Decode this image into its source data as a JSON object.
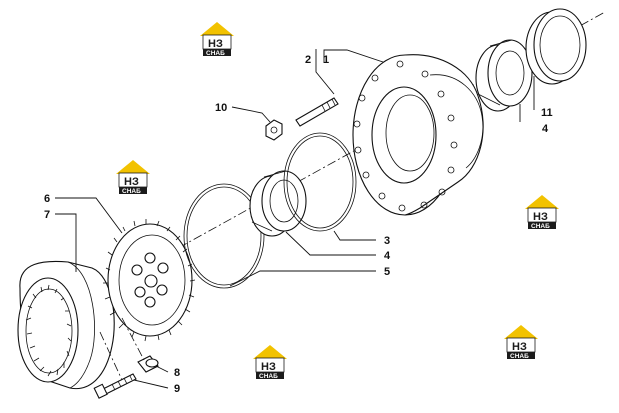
{
  "callouts": {
    "c1": "1",
    "c2": "2",
    "c3": "3",
    "c4a": "4",
    "c4b": "4",
    "c5": "5",
    "c6": "6",
    "c7": "7",
    "c8": "8",
    "c9": "9",
    "c10": "10",
    "c11": "11"
  },
  "watermark": {
    "brand_big": "НЗ",
    "brand_small": "СНАБ",
    "roof_color": "#f2c200",
    "text_color": "#1b1b1b"
  },
  "colors": {
    "line": "#111111",
    "background": "#ffffff"
  }
}
